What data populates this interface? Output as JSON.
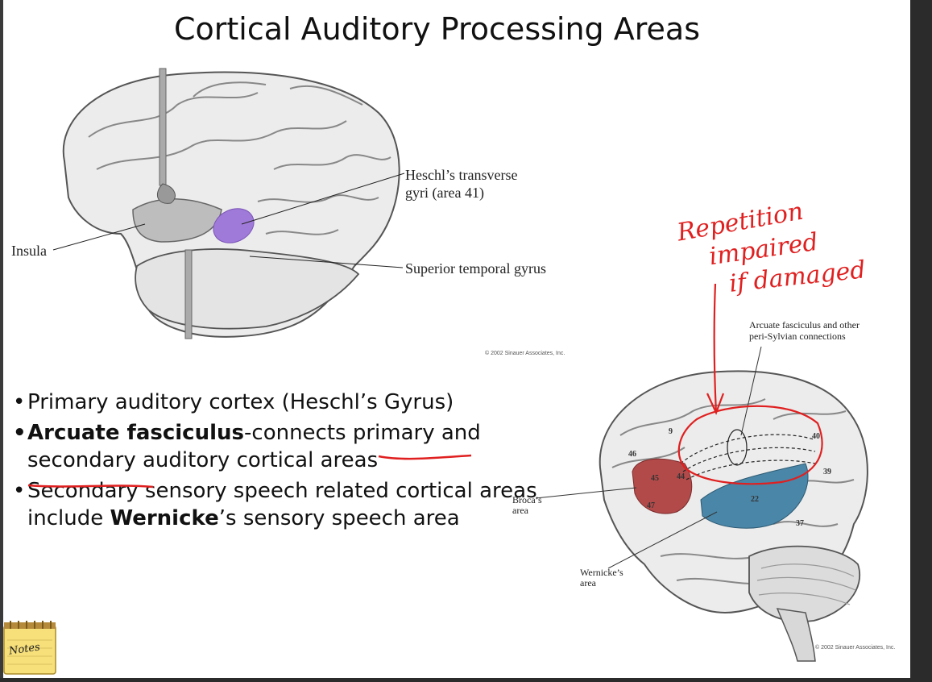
{
  "slide": {
    "title": "Cortical Auditory Processing Areas",
    "bullets": [
      {
        "marker": "•",
        "parts": [
          {
            "text": "Primary auditory cortex (Heschl’s Gyrus)",
            "bold": false
          }
        ]
      },
      {
        "marker": "•",
        "parts": [
          {
            "text": "Arcuate fasciculus",
            "bold": true
          },
          {
            "text": "-connects primary and secondary auditory cortical areas",
            "bold": false
          }
        ]
      },
      {
        "marker": "•",
        "parts": [
          {
            "text": "Secondary sensory speech related cortical areas include ",
            "bold": false
          },
          {
            "text": "Wernicke",
            "bold": true
          },
          {
            "text": "’s sensory speech area",
            "bold": false
          }
        ]
      }
    ]
  },
  "figure1": {
    "labels": {
      "heschl_line1": "Heschl’s transverse",
      "heschl_line2": "gyri (area 41)",
      "insula": "Insula",
      "superior_temporal": "Superior temporal gyrus"
    },
    "copyright": "© 2002 Sinauer Associates, Inc.",
    "highlight_color": "#a07ad8"
  },
  "figure2": {
    "labels": {
      "arcuate_line1": "Arcuate fasciculus and other",
      "arcuate_line2": "peri-Sylvian connections",
      "broca_line1": "Broca’s",
      "broca_line2": "area",
      "wernicke_line1": "Wernicke’s",
      "wernicke_line2": "area"
    },
    "area_numbers": {
      "a9": "9",
      "a46": "46",
      "a45": "45",
      "a44": "44",
      "a47": "47",
      "a40": "40",
      "a39": "39",
      "a22": "22",
      "a37": "37"
    },
    "copyright": "© 2002 Sinauer Associates, Inc.",
    "broca_color": "#b34a4a",
    "wernicke_color": "#4a86a8"
  },
  "annotation": {
    "line1": "Repetition",
    "line2": "impaired",
    "line3": "if damaged",
    "color": "#e02020"
  },
  "notes_icon": {
    "label": "Notes"
  }
}
